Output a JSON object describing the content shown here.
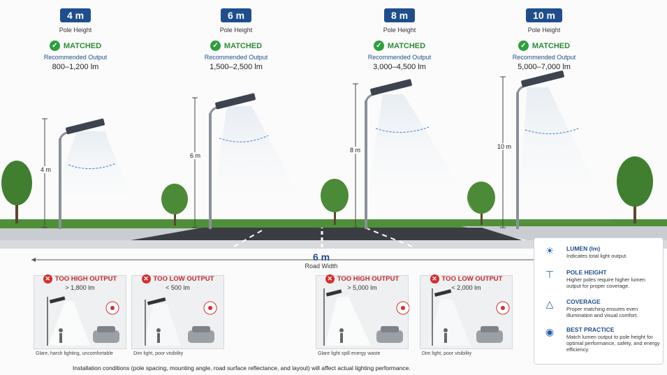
{
  "columns": [
    {
      "height": "4 m",
      "height_label": "Pole Height",
      "status": "MATCHED",
      "rec_label": "Recommended Output",
      "lumens": "800–1,200 lm",
      "pole_tag": "4 m"
    },
    {
      "height": "6 m",
      "height_label": "Pole Height",
      "status": "MATCHED",
      "rec_label": "Recommended Output",
      "lumens": "1,500–2,500 lm",
      "pole_tag": "6 m"
    },
    {
      "height": "8 m",
      "height_label": "Pole Height",
      "status": "MATCHED",
      "rec_label": "Recommended Output",
      "lumens": "3,000–4,500 lm",
      "pole_tag": "8 m"
    },
    {
      "height": "10 m",
      "height_label": "Pole Height",
      "status": "MATCHED",
      "rec_label": "Recommended Output",
      "lumens": "5,000–7,000 lm",
      "pole_tag": "10 m"
    }
  ],
  "road": {
    "width": "6 m",
    "label": "Road Width"
  },
  "panels": [
    {
      "title": "TOO HIGH OUTPUT",
      "value": "> 1,800 lm",
      "caption": "Glare, harsh lighting, uncomfortable"
    },
    {
      "title": "TOO LOW OUTPUT",
      "value": "< 500 lm",
      "caption": "Dim light, poor visibility"
    },
    {
      "title": "TOO HIGH OUTPUT",
      "value": "> 5,000 lm",
      "caption": "Glare light spill energy waste"
    },
    {
      "title": "TOO LOW OUTPUT",
      "value": "< 2,000 lm",
      "caption": "Dim light, poor visibility"
    }
  ],
  "legend": [
    {
      "icon": "sun-icon",
      "title": "LUMEN (lm)",
      "desc": "Indicates total light output."
    },
    {
      "icon": "pole-icon",
      "title": "POLE HEIGHT",
      "desc": "Higher poles require higher lumen output for proper coverage."
    },
    {
      "icon": "coverage-icon",
      "title": "COVERAGE",
      "desc": "Proper matching ensures even illumination and visual comfort."
    },
    {
      "icon": "eye-icon",
      "title": "BEST PRACTICE",
      "desc": "Match lumen output to pole height for optimal performance, safety, and energy efficiency."
    }
  ],
  "footer": "Installation conditions (pole spacing, mounting angle, road surface reflectance, and layout) will affect actual lighting performance.",
  "colors": {
    "accent": "#1f4e8c",
    "match": "#2e8b3a",
    "warn": "#d32f2f"
  }
}
